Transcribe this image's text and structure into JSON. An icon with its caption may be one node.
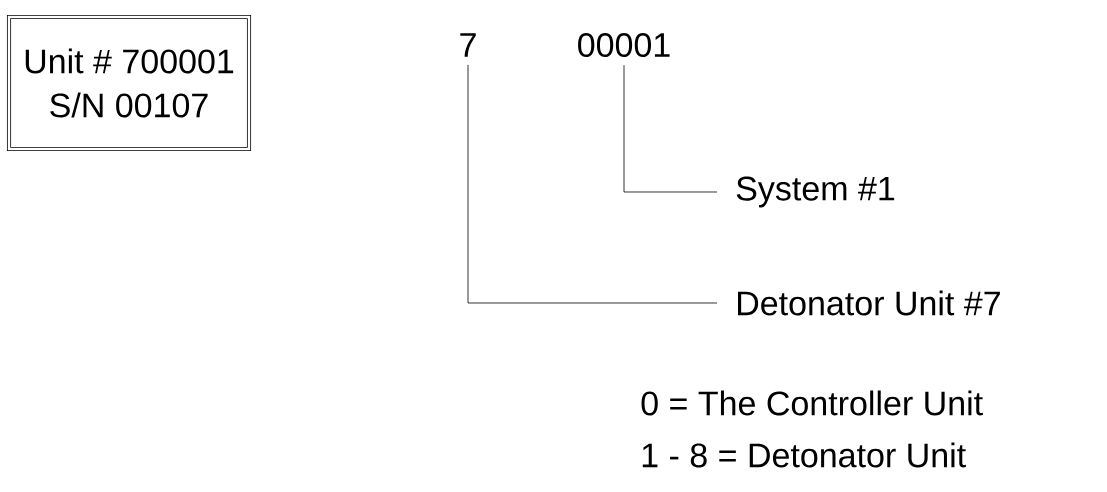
{
  "diagram": {
    "nodes": [
      {
        "text": [
          "Unit # 700001",
          "S/N 00107"
        ]
      },
      {
        "text": [
          "7"
        ]
      },
      {
        "text": [
          "00001"
        ]
      },
      {
        "text": [
          "System #1"
        ]
      },
      {
        "text": [
          "Detonator Unit #7"
        ]
      }
    ],
    "edges": [
      {
        "from": 2,
        "to": 3,
        "arrow": "none"
      },
      {
        "from": 1,
        "to": 4,
        "arrow": "none"
      }
    ],
    "labels": [
      "0 = The Controller Unit",
      "1 - 8 = Detonator Unit"
    ]
  }
}
